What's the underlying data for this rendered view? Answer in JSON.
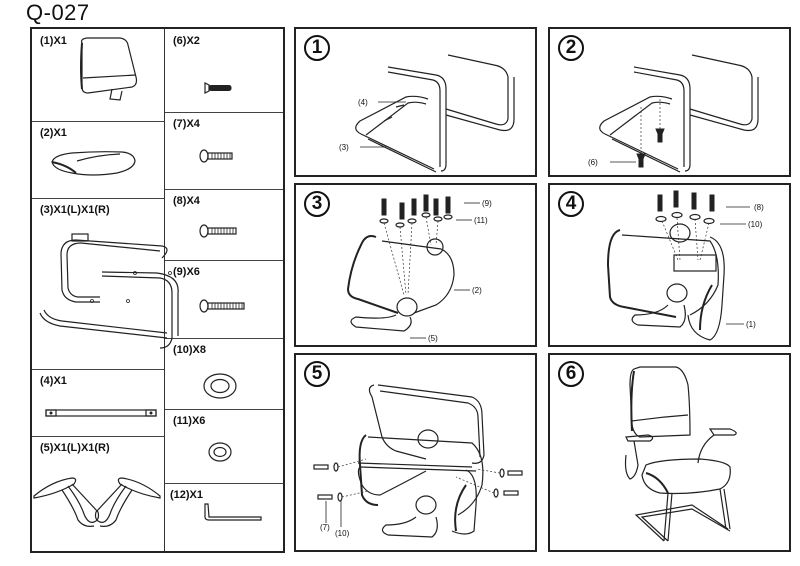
{
  "document": {
    "model": "Q-027"
  },
  "parts": {
    "left": [
      {
        "id": "1",
        "label": "(1)X1",
        "name": "backrest"
      },
      {
        "id": "2",
        "label": "(2)X1",
        "name": "seat"
      },
      {
        "id": "3",
        "label": "(3)X1(L)X1(R)",
        "name": "base-frame"
      },
      {
        "id": "4",
        "label": "(4)X1",
        "name": "connecting-bar"
      },
      {
        "id": "5",
        "label": "(5)X1(L)X1(R)",
        "name": "armrests"
      }
    ],
    "right": [
      {
        "id": "6",
        "label": "(6)X2",
        "name": "flat-head-screw"
      },
      {
        "id": "7",
        "label": "(7)X4",
        "name": "bolt-short"
      },
      {
        "id": "8",
        "label": "(8)X4",
        "name": "bolt-medium"
      },
      {
        "id": "9",
        "label": "(9)X6",
        "name": "bolt-long"
      },
      {
        "id": "10",
        "label": "(10)X8",
        "name": "washer-large"
      },
      {
        "id": "11",
        "label": "(11)X6",
        "name": "washer-small"
      },
      {
        "id": "12",
        "label": "(12)X1",
        "name": "allen-key"
      }
    ]
  },
  "steps": [
    {
      "number": "1",
      "callouts": [
        "(4)",
        "(3)"
      ]
    },
    {
      "number": "2",
      "callouts": [
        "(6)"
      ]
    },
    {
      "number": "3",
      "callouts": [
        "(9)",
        "(11)",
        "(2)",
        "(5)"
      ]
    },
    {
      "number": "4",
      "callouts": [
        "(8)",
        "(10)",
        "(1)"
      ]
    },
    {
      "number": "5",
      "callouts": [
        "(7)",
        "(10)"
      ]
    },
    {
      "number": "6",
      "callouts": []
    }
  ]
}
